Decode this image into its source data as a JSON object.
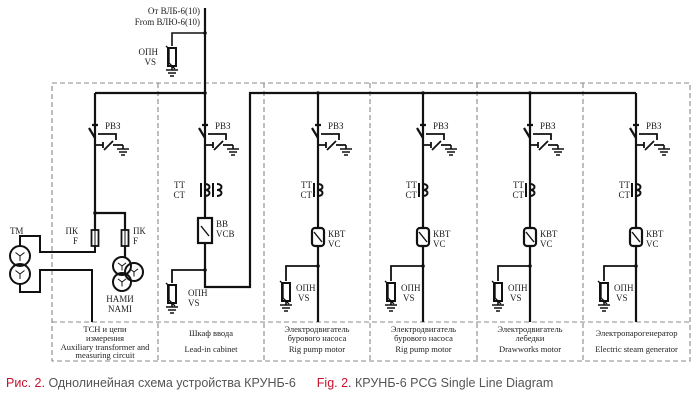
{
  "source": {
    "line1": "От ВЛБ-6(10)",
    "line2": "From ВЛЮ-6(10)"
  },
  "labels": {
    "arrester_ru": "ОПН",
    "arrester_en": "VS",
    "disconnector": "РВЗ",
    "ct_ru": "ТТ",
    "ct_en": "СТ",
    "contactor_ru": "КВТ",
    "contactor_en": "VC",
    "vcb_ru": "ВВ",
    "vcb_en": "VCB",
    "fuse_ru": "ПК",
    "fuse_en": "F",
    "tm": "ТМ",
    "nami_ru": "НАМИ",
    "nami_en": "NAMI"
  },
  "sections": [
    {
      "ru1": "ТСН и цепи",
      "ru2": "измерения",
      "en1": "Auxiliary transformer and",
      "en2": "measuring circuit"
    },
    {
      "ru1": "Шкаф ввода",
      "ru2": "",
      "en1": "Lead-in cabinet",
      "en2": ""
    },
    {
      "ru1": "Электродвигатель",
      "ru2": "бурового насоса",
      "en1": "Rig pump motor",
      "en2": ""
    },
    {
      "ru1": "Электродвигатель",
      "ru2": "бурового насоса",
      "en1": "Rig pump motor",
      "en2": ""
    },
    {
      "ru1": "Электродвигатель",
      "ru2": "лебедки",
      "en1": "Drawworks motor",
      "en2": ""
    },
    {
      "ru1": "Электропарогенератор",
      "ru2": "",
      "en1": "Electric steam generator",
      "en2": ""
    }
  ],
  "caption": {
    "ru_prefix": "Рис. 2.",
    "ru_text": "Однолинейная схема устройства КРУНБ-6",
    "en_prefix": "Fig. 2.",
    "en_text": "КРУНБ-6 PCG Single Line Diagram"
  },
  "colors": {
    "accent": "#c4122f",
    "line": "#111111",
    "frame": "#888888"
  }
}
